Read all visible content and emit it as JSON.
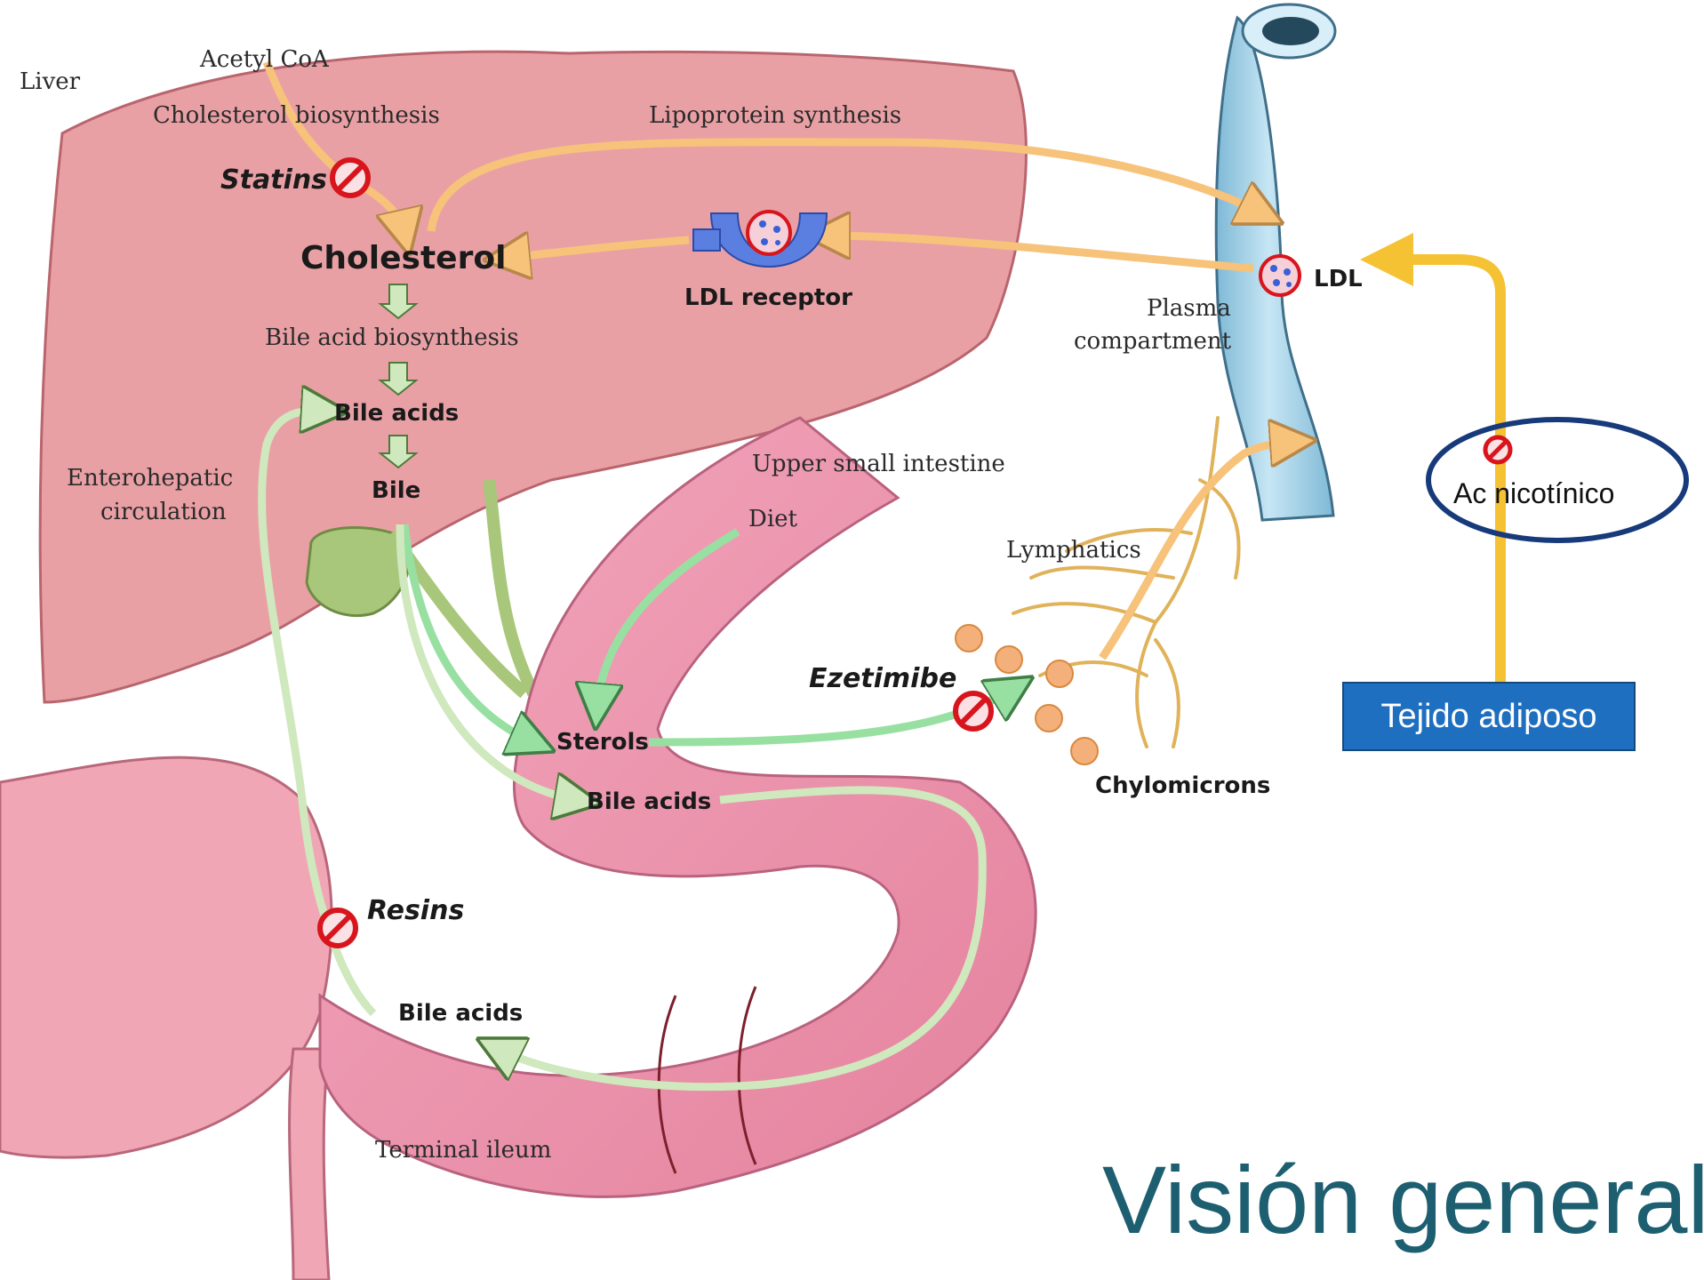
{
  "labels": {
    "liver": "Liver",
    "acetyl_coa": "Acetyl CoA",
    "cholesterol_biosynthesis": "Cholesterol biosynthesis",
    "lipoprotein_synthesis": "Lipoprotein synthesis",
    "statins": "Statins",
    "cholesterol": "Cholesterol",
    "ldl_receptor": "LDL receptor",
    "ldl": "LDL",
    "plasma": "Plasma",
    "compartment": "compartment",
    "bile_acid_biosynthesis": "Bile acid biosynthesis",
    "bile_acids_liver": "Bile acids",
    "bile": "Bile",
    "enterohepatic_1": "Enterohepatic",
    "enterohepatic_2": "circulation",
    "upper_small_intestine": "Upper small intestine",
    "diet": "Diet",
    "lymphatics": "Lymphatics",
    "ezetimibe": "Ezetimibe",
    "sterols": "Sterols",
    "bile_acids_intestine": "Bile acids",
    "chylomicrons": "Chylomicrons",
    "resins": "Resins",
    "bile_acids_ileum": "Bile acids",
    "terminal_ileum": "Terminal ileum",
    "ac_nicotinico": "Ac nicotínico"
  },
  "slide": {
    "tejido_adiposo": "Tejido adiposo",
    "title": "Visión general"
  },
  "colors": {
    "liver": "#e9a0a5",
    "intestine": "#e98aa6",
    "vessel": "#a9d6ec",
    "orange_arrow": "#f7c27a",
    "green_arrow": "#8fdc9a",
    "inhibitor": "#d8151c",
    "yellow_arrow": "#f5c234",
    "box": "#1f6fc0",
    "title": "#1d5f70"
  }
}
